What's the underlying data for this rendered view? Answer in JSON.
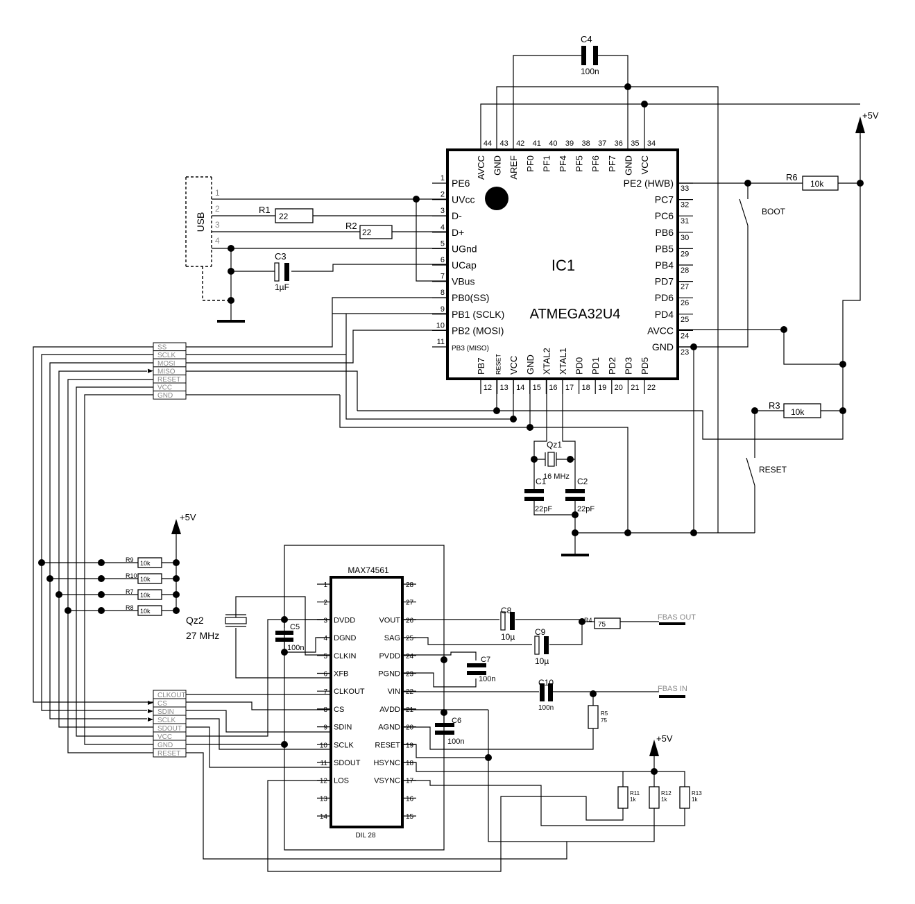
{
  "ic1": {
    "name": "IC1",
    "part": "ATMEGA32U4",
    "top_pins": [
      {
        "n": "44",
        "name": "AVCC"
      },
      {
        "n": "43",
        "name": "GND"
      },
      {
        "n": "42",
        "name": "AREF"
      },
      {
        "n": "41",
        "name": "PF0"
      },
      {
        "n": "40",
        "name": "PF1"
      },
      {
        "n": "39",
        "name": "PF4"
      },
      {
        "n": "38",
        "name": "PF5"
      },
      {
        "n": "37",
        "name": "PF6"
      },
      {
        "n": "36",
        "name": "PF7"
      },
      {
        "n": "35",
        "name": "GND"
      },
      {
        "n": "34",
        "name": "VCC"
      }
    ],
    "left_pins": [
      {
        "n": "1",
        "name": "PE6"
      },
      {
        "n": "2",
        "name": "UVcc"
      },
      {
        "n": "3",
        "name": "D-"
      },
      {
        "n": "4",
        "name": "D+"
      },
      {
        "n": "5",
        "name": "UGnd"
      },
      {
        "n": "6",
        "name": "UCap"
      },
      {
        "n": "7",
        "name": "VBus"
      },
      {
        "n": "8",
        "name": "PB0(SS)"
      },
      {
        "n": "9",
        "name": "PB1 (SCLK)"
      },
      {
        "n": "10",
        "name": "PB2 (MOSI)"
      },
      {
        "n": "11",
        "name": "PB3 (MISO)"
      }
    ],
    "right_pins": [
      {
        "n": "33",
        "name": "PE2 (HWB)"
      },
      {
        "n": "32",
        "name": "PC7"
      },
      {
        "n": "31",
        "name": "PC6"
      },
      {
        "n": "30",
        "name": "PB6"
      },
      {
        "n": "29",
        "name": "PB5"
      },
      {
        "n": "28",
        "name": "PB4"
      },
      {
        "n": "27",
        "name": "PD7"
      },
      {
        "n": "26",
        "name": "PD6"
      },
      {
        "n": "25",
        "name": "PD4"
      },
      {
        "n": "24",
        "name": "AVCC"
      },
      {
        "n": "23",
        "name": "GND"
      }
    ],
    "bottom_pins": [
      {
        "n": "12",
        "name": "PB7"
      },
      {
        "n": "13",
        "name": "RESET"
      },
      {
        "n": "14",
        "name": "VCC"
      },
      {
        "n": "15",
        "name": "GND"
      },
      {
        "n": "16",
        "name": "XTAL2"
      },
      {
        "n": "17",
        "name": "XTAL1"
      },
      {
        "n": "18",
        "name": "PD0"
      },
      {
        "n": "19",
        "name": "PD1"
      },
      {
        "n": "20",
        "name": "PD2"
      },
      {
        "n": "21",
        "name": "PD3"
      },
      {
        "n": "22",
        "name": "PD5"
      }
    ]
  },
  "max": {
    "name": "MAX74561",
    "package": "DIL 28",
    "left_pins": [
      {
        "n": "1",
        "name": ""
      },
      {
        "n": "2",
        "name": ""
      },
      {
        "n": "3",
        "name": "DVDD"
      },
      {
        "n": "4",
        "name": "DGND"
      },
      {
        "n": "5",
        "name": "CLKIN"
      },
      {
        "n": "6",
        "name": "XFB"
      },
      {
        "n": "7",
        "name": "CLKOUT"
      },
      {
        "n": "8",
        "name": "CS"
      },
      {
        "n": "9",
        "name": "SDIN"
      },
      {
        "n": "10",
        "name": "SCLK"
      },
      {
        "n": "11",
        "name": "SDOUT"
      },
      {
        "n": "12",
        "name": "LOS"
      },
      {
        "n": "13",
        "name": ""
      },
      {
        "n": "14",
        "name": ""
      }
    ],
    "right_pins": [
      {
        "n": "28",
        "name": ""
      },
      {
        "n": "27",
        "name": ""
      },
      {
        "n": "26",
        "name": "VOUT"
      },
      {
        "n": "25",
        "name": "SAG"
      },
      {
        "n": "24",
        "name": "PVDD"
      },
      {
        "n": "23",
        "name": "PGND"
      },
      {
        "n": "22",
        "name": "VIN"
      },
      {
        "n": "21",
        "name": "AVDD"
      },
      {
        "n": "20",
        "name": "AGND"
      },
      {
        "n": "19",
        "name": "RESET"
      },
      {
        "n": "18",
        "name": "HSYNC"
      },
      {
        "n": "17",
        "name": "VSYNC"
      },
      {
        "n": "16",
        "name": ""
      },
      {
        "n": "15",
        "name": ""
      }
    ]
  },
  "usb": {
    "label": "USB",
    "pins": [
      "1",
      "2",
      "3",
      "4"
    ]
  },
  "connector_top": [
    "SS",
    "SCLK",
    "MOSI",
    "MISO",
    "RESET",
    "VCC",
    "GND"
  ],
  "connector_bottom": [
    "CLKOUT",
    "CS",
    "SDIN",
    "SCLK",
    "SDOUT",
    "VCC",
    "GND",
    "RESET"
  ],
  "components": {
    "c4": {
      "ref": "C4",
      "value": "100n"
    },
    "c3": {
      "ref": "C3",
      "value": "1µF"
    },
    "r1": {
      "ref": "R1",
      "value": "22"
    },
    "r2": {
      "ref": "R2",
      "value": "22"
    },
    "r6": {
      "ref": "R6",
      "value": "10k"
    },
    "r3": {
      "ref": "R3",
      "value": "10k"
    },
    "boot": "BOOT",
    "reset": "RESET",
    "qz1": {
      "ref": "Qz1",
      "value": "16 MHz"
    },
    "c1": {
      "ref": "C1",
      "value": "22pF"
    },
    "c2": {
      "ref": "C2",
      "value": "22pF"
    },
    "r9": {
      "ref": "R9",
      "value": "10k"
    },
    "r10": {
      "ref": "R10",
      "value": "10k"
    },
    "r7": {
      "ref": "R7",
      "value": "10k"
    },
    "r8": {
      "ref": "R8",
      "value": "10k"
    },
    "qz2": {
      "ref": "Qz2",
      "value": "27 MHz"
    },
    "c5": {
      "ref": "C5",
      "value": "100n"
    },
    "c6": {
      "ref": "C6",
      "value": "100n"
    },
    "c7": {
      "ref": "C7",
      "value": "100n"
    },
    "c8": {
      "ref": "C8",
      "value": "10µ"
    },
    "c9": {
      "ref": "C9",
      "value": "10µ"
    },
    "c10": {
      "ref": "C10",
      "value": "100n"
    },
    "r4": {
      "ref": "R4",
      "value": "75"
    },
    "r5": {
      "ref": "R5",
      "value": "75"
    },
    "r11": {
      "ref": "R11",
      "value": "1k"
    },
    "r12": {
      "ref": "R12",
      "value": "1k"
    },
    "r13": {
      "ref": "R13",
      "value": "1k"
    }
  },
  "supply": {
    "p5v": "+5V"
  },
  "ports": {
    "fbas_out": "FBAS OUT",
    "fbas_in": "FBAS IN"
  }
}
